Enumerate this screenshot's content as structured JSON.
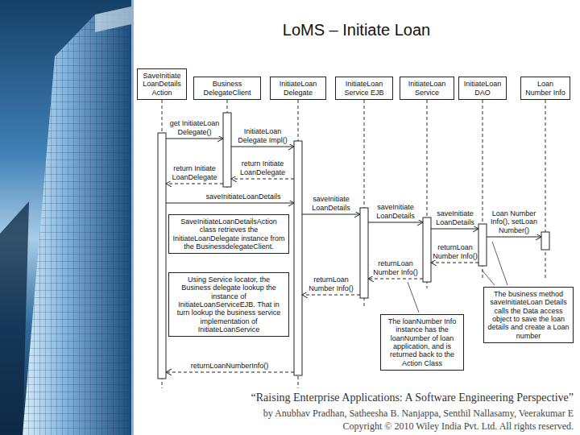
{
  "diagram": {
    "title": "LoMS – Initiate Loan",
    "caption": "“Raising Enterprise Applications: A Software Engineering Perspective”",
    "nodes": [
      {
        "text": [
          "SaveInitiate LoanDetails Action"
        ]
      },
      {
        "text": [
          "Business DelegateClient"
        ]
      },
      {
        "text": [
          "InitiateLoan Delegate"
        ]
      },
      {
        "text": [
          "InitiateLoan Service EJB"
        ]
      },
      {
        "text": [
          "InitiateLoan Service"
        ]
      },
      {
        "text": [
          "InitiateLoan DAO"
        ]
      },
      {
        "text": [
          "Loan Number Info"
        ]
      },
      {
        "text": [
          "SaveInitiateLoanDetailsAction class retrieves the InitiateLoanDelegate instance from the BusinessdelegateClient."
        ]
      },
      {
        "text": [
          "Using Service locator, the Business delegate lookup the instance of InitiateLoanServiceEJB. That in turn lookup the business service implementation of InitiateLoanService"
        ]
      },
      {
        "text": [
          "The loanNumber Info instance has the loanNumber of loan application, and is returned back to the Action Class"
        ]
      },
      {
        "text": [
          "The business method saveInitiateLoan Details calls the Data access object to save the loan details and create a Loan number"
        ]
      }
    ],
    "edges": [
      {
        "from": 0,
        "to": 1,
        "label": "get InitiateLoan Delegate()",
        "arrow": "to"
      },
      {
        "from": 1,
        "to": 2,
        "label": "InitiateLoan Delegate Impl()",
        "arrow": "to"
      },
      {
        "from": 2,
        "to": 1,
        "label": "return Initiate LoanDelegate",
        "arrow": "to"
      },
      {
        "from": 1,
        "to": 0,
        "label": "return Initiate LoanDelegate",
        "arrow": "to"
      },
      {
        "from": 0,
        "to": 2,
        "label": "saveInitiateLoanDetails",
        "arrow": "to"
      },
      {
        "from": 2,
        "to": 3,
        "label": "saveInitiate LoanDetails",
        "arrow": "to"
      },
      {
        "from": 3,
        "to": 4,
        "label": "saveInitiate LoanDetails",
        "arrow": "to"
      },
      {
        "from": 4,
        "to": 5,
        "label": "saveInitiate LoanDetails",
        "arrow": "to"
      },
      {
        "from": 5,
        "to": 6,
        "label": "Loan Number Info(), setLoan Number()",
        "arrow": "to"
      },
      {
        "from": 5,
        "to": 4,
        "label": "returnLoan Number Info()",
        "arrow": "to"
      },
      {
        "from": 4,
        "to": 3,
        "label": "returnLoan Number Info()",
        "arrow": "to"
      },
      {
        "from": 3,
        "to": 2,
        "label": "returnLoan Number Info()",
        "arrow": "to"
      },
      {
        "from": 2,
        "to": 0,
        "label": "returnLoanNumberInfo()",
        "arrow": "to"
      }
    ],
    "labels": [
      "by Anubhav Pradhan, Satheesha B. Nanjappa, Senthil Nallasamy, Veerakumar E",
      "Copyright © 2010 Wiley India Pvt. Ltd. All rights reserved."
    ]
  }
}
